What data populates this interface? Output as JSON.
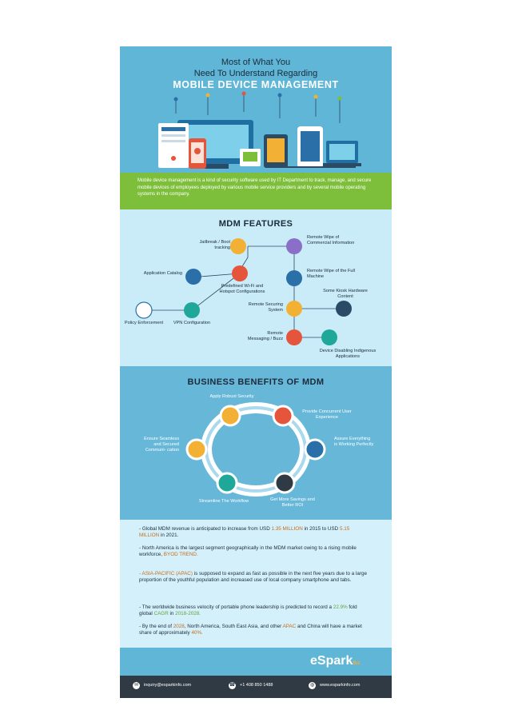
{
  "header": {
    "line1": "Most of What You",
    "line2": "Need To Understand Regarding",
    "line3": "MOBILE DEVICE MANAGEMENT"
  },
  "intro": "Mobile device management is a kind of security software used by IT Department to track, manage, and secure mobile devices of employees deployed by various mobile service providers and by several mobile operating systems in the company.",
  "features": {
    "heading": "MDM FEATURES",
    "items": {
      "jailbreak": "Jailbreak / Boot tracking",
      "remote_wipe_commercial": "Remote Wipe of Commercial Information",
      "app_catalog": "Application Catalog",
      "remote_wipe_full": "Remote Wipe of the Full Machine",
      "wifi": "Predefined Wi-Fi and Hotspot Configurations",
      "kiosk": "Some Kiosk Hardware Content",
      "policy": "Policy Enforcement",
      "vpn": "VPN Configuration",
      "remote_securing": "Remote Securing System",
      "remote_messaging": "Remote Messaging / Buzz",
      "device_disabling": "Device Disabling Indigenous Applications"
    }
  },
  "benefits": {
    "heading": "BUSINESS BENEFITS OF MDM",
    "items": {
      "robust": "Apply Robust Security",
      "concurrent": "Provide Concurrent User Experience",
      "ensure": "Ensure Seamless and Secured Communi- cation",
      "assure": "Assure Everything is Working Perfectly",
      "streamline": "Streamline The Workflow",
      "savings": "Get More Savings and Better ROI"
    }
  },
  "stats": {
    "b1_pre": "- Global MDM revenue is anticipated to increase from USD ",
    "b1_hl1": "1.35 MILLION",
    "b1_mid": " in 2015 to USD ",
    "b1_hl2": "5.15 MILLION",
    "b1_post": " in 2021.",
    "b2_pre": "- North America is the largest segment geographically in the MDM market owing to a rising mobile workforce, ",
    "b2_hl": "BYOD TREND.",
    "b3_hl": "- ASIA-PACIFIC (APAC)",
    "b3_post": " is supposed to expand as fast as possible in the next five years due to a large proportion of the youthful population and increased use of local company smartphone and tabs.",
    "b4_pre": "- The worldwide business velocity of portable phone leadership is predicted to record a ",
    "b4_hl1": "22.9%",
    "b4_mid": " fold global ",
    "b4_hl2": "CAGR",
    "b4_mid2": " in ",
    "b4_hl3": "2018-2028.",
    "b5_pre": "- By the end of ",
    "b5_hl1": "2028",
    "b5_mid": ", North America, South East Asia, and other ",
    "b5_hl2": "APAC",
    "b5_mid2": " and China will have a market share of approximately ",
    "b5_hl3": "40%."
  },
  "brand": {
    "logo": "eSpark",
    "logo_suffix": "Biz"
  },
  "footer": {
    "email": "inquiry@esparkinfo.com",
    "phone": "+1 408 850 1488",
    "website": "www.esparkinfo.com"
  },
  "colors": {
    "header_bg": "#5fb6d6",
    "intro_bg": "#7dbf3a",
    "features_bg": "#c9ecf8",
    "benefits_bg": "#67b7d9",
    "stats_bg": "#d4f1fb",
    "footer_bg": "#2f3a45",
    "highlight": "#c76b1a"
  }
}
